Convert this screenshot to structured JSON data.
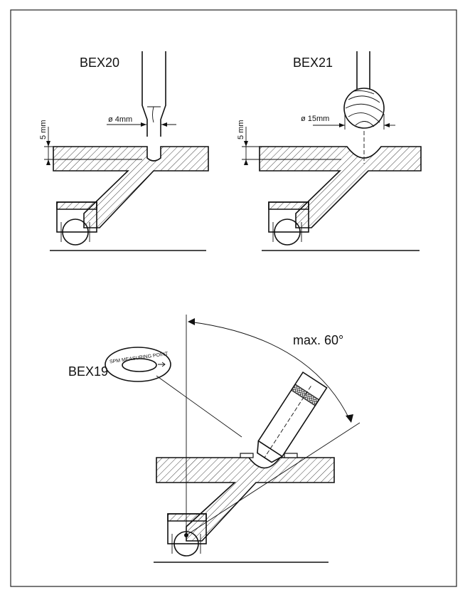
{
  "labels": {
    "bex20": "BEX20",
    "bex21": "BEX21",
    "bex19": "BEX19",
    "angle": "max. 60°",
    "dim_5mm_a": "5 mm",
    "dim_5mm_b": "5 mm",
    "dia_4mm": "ø 4mm",
    "dia_15mm": "ø 15mm",
    "disc_text": "SPM MEASURING POINT"
  }
}
